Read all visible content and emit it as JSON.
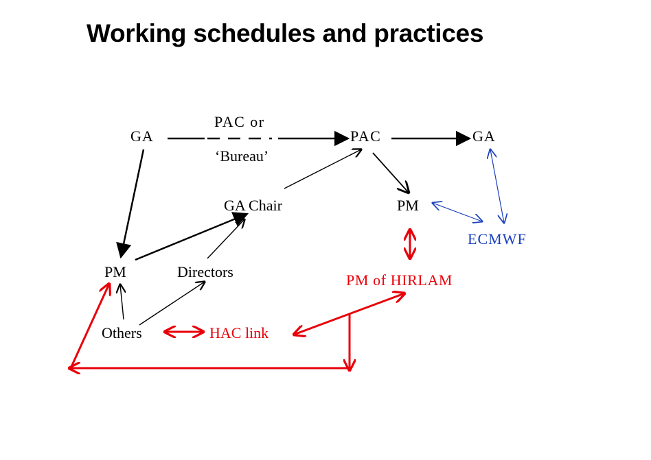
{
  "title": "Working schedules and practices",
  "colors": {
    "black": "#000000",
    "red": "#e8000a",
    "blue": "#1a3fbf"
  },
  "nodes": {
    "ga_left": "GA",
    "pac_or": "PAC or",
    "bureau": "‘Bureau’",
    "pac": "PAC",
    "ga_right": "GA",
    "ga_chair": "GA Chair",
    "pm_right": "PM",
    "ecmwf": "ECMWF",
    "pm_left": "PM",
    "directors": "Directors",
    "pm_hirlam": "PM of HIRLAM",
    "others": "Others",
    "hac_link": "HAC link"
  }
}
